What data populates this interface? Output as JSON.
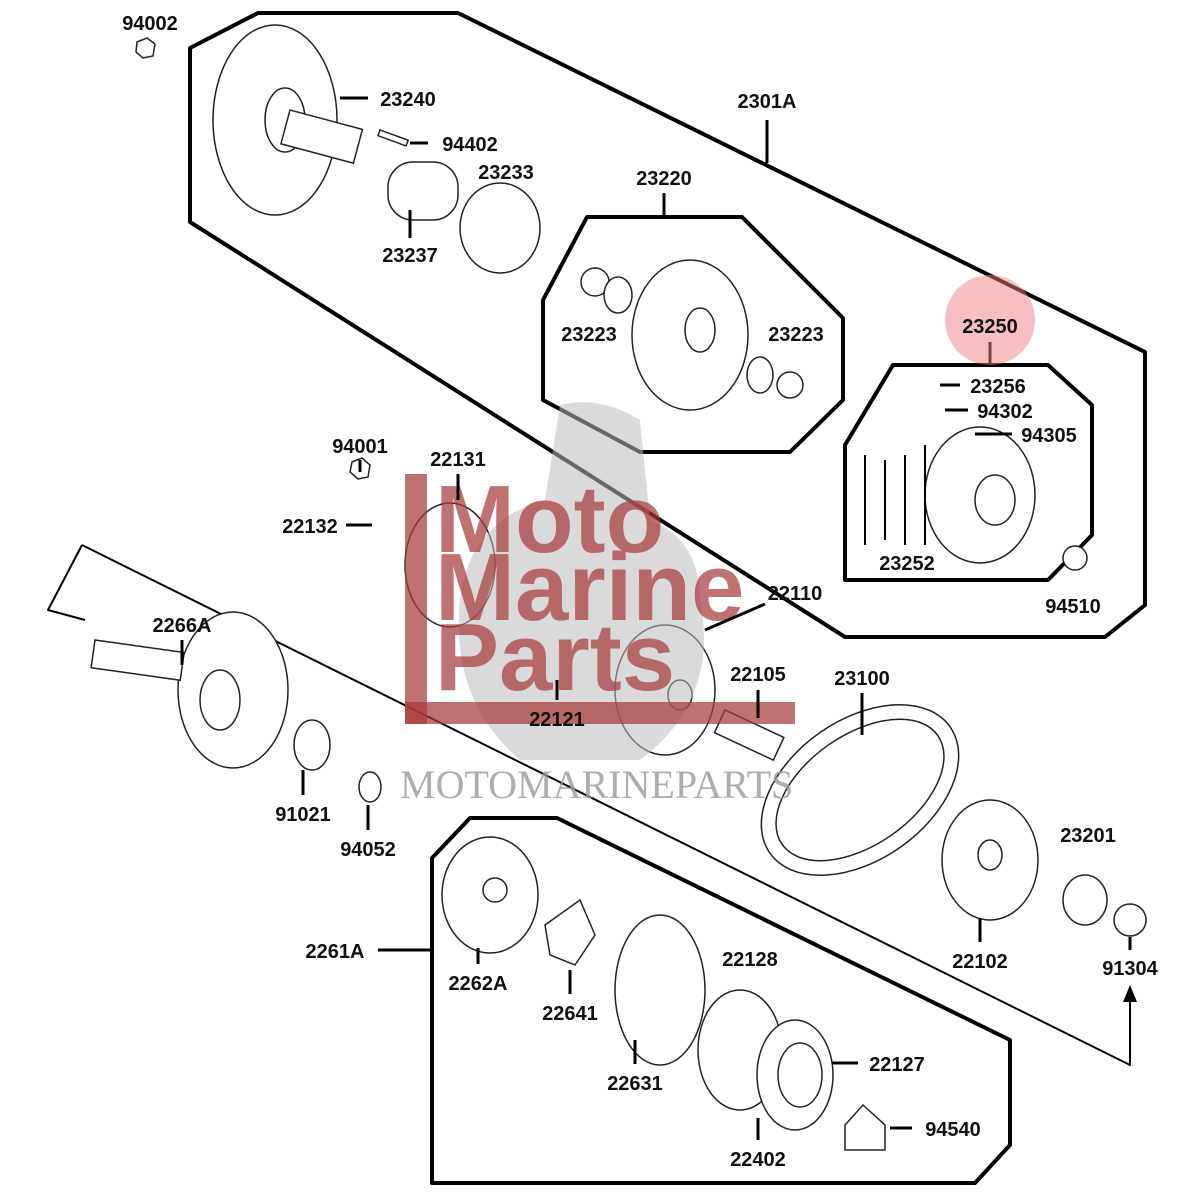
{
  "diagram": {
    "parts": [
      "94002",
      "23240",
      "94402",
      "23233",
      "23237",
      "2301A",
      "23220",
      "23223",
      "23223",
      "23250",
      "23256",
      "94302",
      "94305",
      "23252",
      "94510",
      "94001",
      "22131",
      "22132",
      "22110",
      "2266A",
      "22105",
      "23100",
      "22121",
      "91021",
      "94052",
      "23201",
      "22102",
      "91304",
      "2261A",
      "2262A",
      "22128",
      "22641",
      "22127",
      "22631",
      "94540",
      "22402"
    ],
    "highlighted_part": "23250",
    "highlight_color": "#f08080"
  },
  "watermark": {
    "logo_lines": [
      "Moto",
      "Marine",
      "Parts"
    ],
    "text": "MOTOMARINEPARTS",
    "color": "#a83a3a"
  }
}
